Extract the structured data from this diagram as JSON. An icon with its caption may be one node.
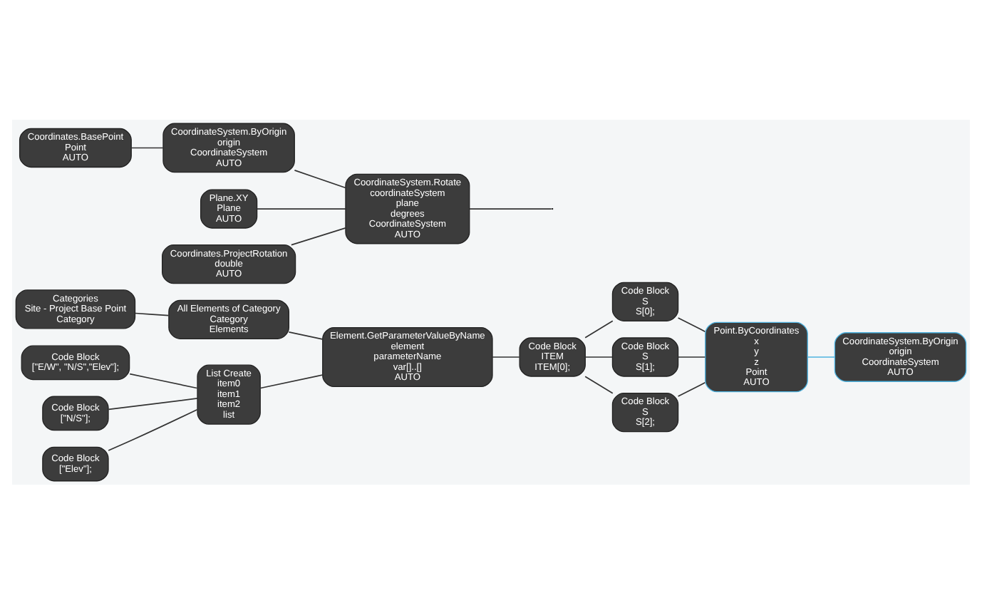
{
  "diagram": {
    "nodes": [
      {
        "text": [
          "Categories",
          "Site - Project Base Point",
          "Category"
        ]
      },
      {
        "text": [
          "All Elements of Category",
          "Category",
          "Elements"
        ]
      },
      {
        "text": [
          "Element.GetParameterValueByName",
          "element",
          "parameterName",
          "var[]..[]",
          "AUTO"
        ]
      },
      {
        "text": [
          "Code Block",
          "[\"E/W\", \"N/S\",\"Elev\"];"
        ]
      },
      {
        "text": [
          "List Create",
          "item0",
          "item1",
          "item2",
          "list"
        ]
      },
      {
        "text": [
          "Code Block",
          "[\"N/S\"];"
        ]
      },
      {
        "text": [
          "Code Block",
          "[\"Elev\"];"
        ]
      },
      {
        "text": [
          "Code Block",
          "ITEM",
          "ITEM[0];"
        ]
      },
      {
        "text": [
          "Code Block",
          "S",
          "S[0];"
        ]
      },
      {
        "text": [
          "Code Block",
          "S",
          "S[1];"
        ]
      },
      {
        "text": [
          "Code Block",
          "S",
          "S[2];"
        ]
      },
      {
        "text": [
          "Point.ByCoordinates",
          "x",
          "y",
          "z",
          "Point",
          "AUTO"
        ]
      },
      {
        "text": [
          "CoordinateSystem.ByOrigin",
          "origin",
          "CoordinateSystem",
          "AUTO"
        ]
      },
      {
        "text": [
          "Coordinates.BasePoint",
          "Point",
          "AUTO"
        ]
      },
      {
        "text": [
          "CoordinateSystem.ByOrigin",
          "origin",
          "CoordinateSystem",
          "AUTO"
        ]
      },
      {
        "text": [
          "Plane.XY",
          "Plane",
          "AUTO"
        ]
      },
      {
        "text": [
          "CoordinateSystem.Rotate",
          "coordinateSystem",
          "plane",
          "degrees",
          "CoordinateSystem",
          "AUTO"
        ]
      },
      {
        "text": [
          "Coordinates.ProjectRotation",
          "double",
          "AUTO"
        ]
      }
    ],
    "edges": [
      {
        "from": 0,
        "to": 1,
        "arrow": "none"
      },
      {
        "from": 1,
        "to": 2,
        "arrow": "none"
      },
      {
        "from": 4,
        "to": 2,
        "arrow": "none"
      },
      {
        "from": 3,
        "to": 4,
        "arrow": "none"
      },
      {
        "from": 5,
        "to": 4,
        "arrow": "none"
      },
      {
        "from": 6,
        "to": 4,
        "arrow": "none"
      },
      {
        "from": 2,
        "to": 7,
        "arrow": "none"
      },
      {
        "from": 7,
        "to": 8,
        "arrow": "none"
      },
      {
        "from": 7,
        "to": 9,
        "arrow": "none"
      },
      {
        "from": 7,
        "to": 10,
        "arrow": "none"
      },
      {
        "from": 8,
        "to": 11,
        "arrow": "none"
      },
      {
        "from": 9,
        "to": 11,
        "arrow": "none"
      },
      {
        "from": 10,
        "to": 11,
        "arrow": "none"
      },
      {
        "from": 11,
        "to": 12,
        "arrow": "none",
        "color": "#4fb3e0"
      },
      {
        "from": 13,
        "to": 14,
        "arrow": "none"
      },
      {
        "from": 14,
        "to": 16,
        "arrow": "none"
      },
      {
        "from": 15,
        "to": 16,
        "arrow": "none"
      },
      {
        "from": 17,
        "to": 16,
        "arrow": "none"
      },
      {
        "from": 16,
        "to": null,
        "arrow": "none"
      }
    ]
  }
}
